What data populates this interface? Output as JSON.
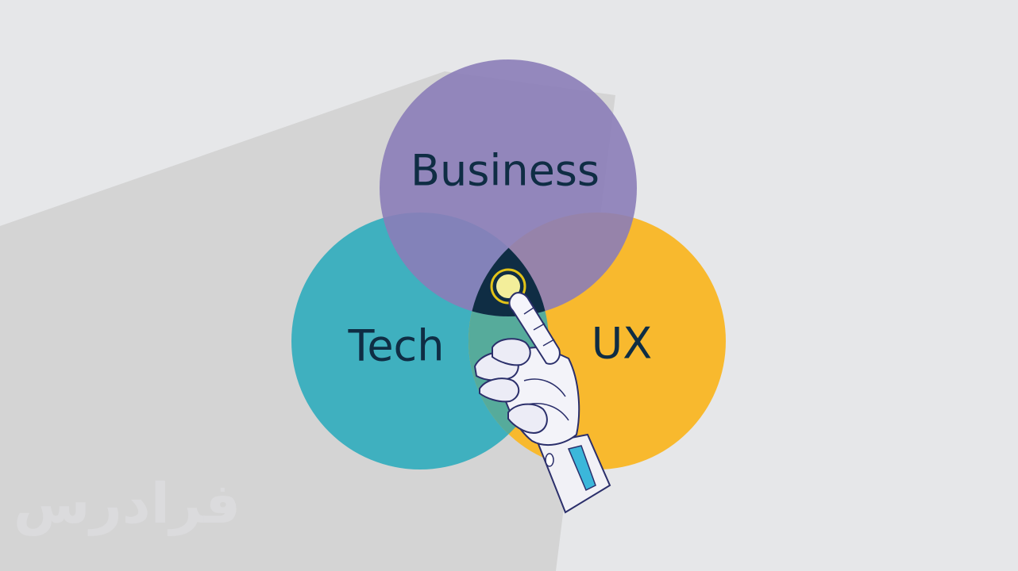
{
  "diagram": {
    "type": "venn-3",
    "circles": [
      {
        "id": "business",
        "label": "Business",
        "color": "#8b7db8"
      },
      {
        "id": "tech",
        "label": "Tech",
        "color": "#3fb0bf"
      },
      {
        "id": "ux",
        "label": "UX",
        "color": "#f8b92e"
      }
    ],
    "center_color": "#0f2d44",
    "highlight_color": "#f3ee9a",
    "highlight_ring_color": "#e2c318",
    "label_color": "#0f2d44"
  },
  "colors": {
    "background": "#e6e7e9",
    "shadow": "#d4d4d4",
    "watermark": "#dbdbdd"
  },
  "watermark": {
    "text": "فرادرس"
  },
  "hand": {
    "icon": "robot-hand-pointing-icon"
  }
}
